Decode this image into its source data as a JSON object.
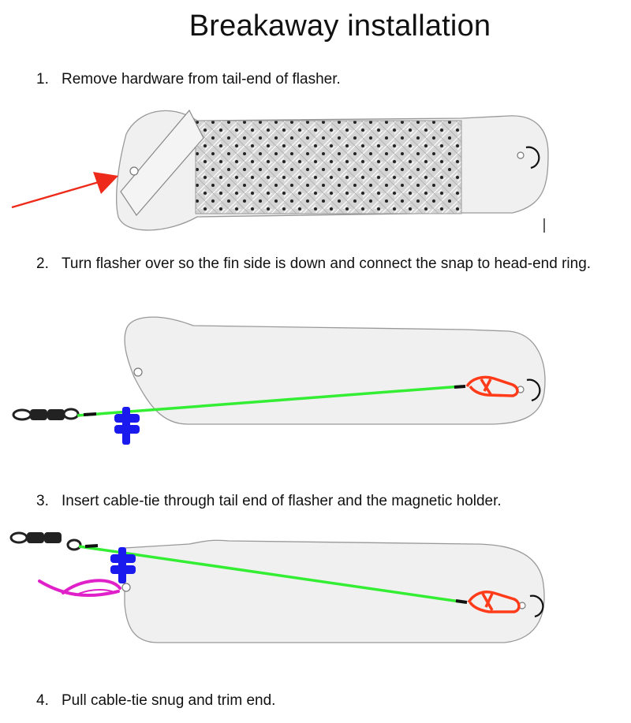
{
  "title": "Breakaway installation",
  "steps": [
    {
      "num": "1.",
      "text": "Remove hardware from tail-end of flasher."
    },
    {
      "num": "2.",
      "text": "Turn flasher over so the fin side is down and connect the snap to head-end ring."
    },
    {
      "num": "3.",
      "text": "Insert cable-tie through tail end of flasher and the magnetic holder."
    },
    {
      "num": "4.",
      "text": "Pull cable-tie snug and trim end."
    }
  ],
  "colors": {
    "flasher_fill": "#f0f0f0",
    "flasher_outline": "#999999",
    "leader": "#33ee33",
    "snap": "#ff3b1a",
    "swivel": "#222222",
    "magnet_holder": "#1a1aee",
    "cable_tie": "#e020c8",
    "arrow": "#ee2a1a"
  }
}
